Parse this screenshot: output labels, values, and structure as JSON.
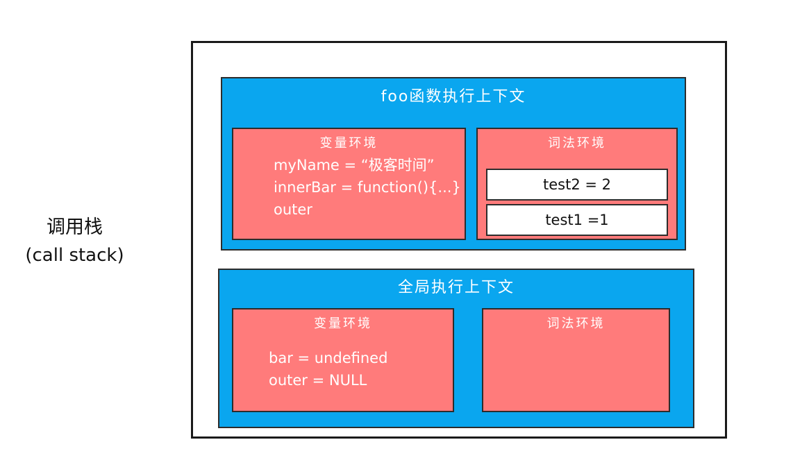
{
  "stack": {
    "label_cn": "调用栈",
    "label_en": "(call stack)"
  },
  "foo_context": {
    "title": "foo函数执行上下文",
    "variable_env": {
      "title": "变量环境",
      "lines": [
        "myName = “极客时间”",
        "innerBar = function(){...}",
        "outer"
      ]
    },
    "lexical_env": {
      "title": "词法环境",
      "slots": [
        "test2 = 2",
        "test1 =1"
      ]
    }
  },
  "global_context": {
    "title": "全局执行上下文",
    "variable_env": {
      "title": "变量环境",
      "lines": [
        "bar =  undefined",
        "outer = NULL"
      ]
    },
    "lexical_env": {
      "title": "词法环境"
    }
  },
  "colors": {
    "context": "#0aa6ef",
    "environment": "#ff7b7b",
    "slot": "#ffffff",
    "border": "#2c2c2c"
  }
}
